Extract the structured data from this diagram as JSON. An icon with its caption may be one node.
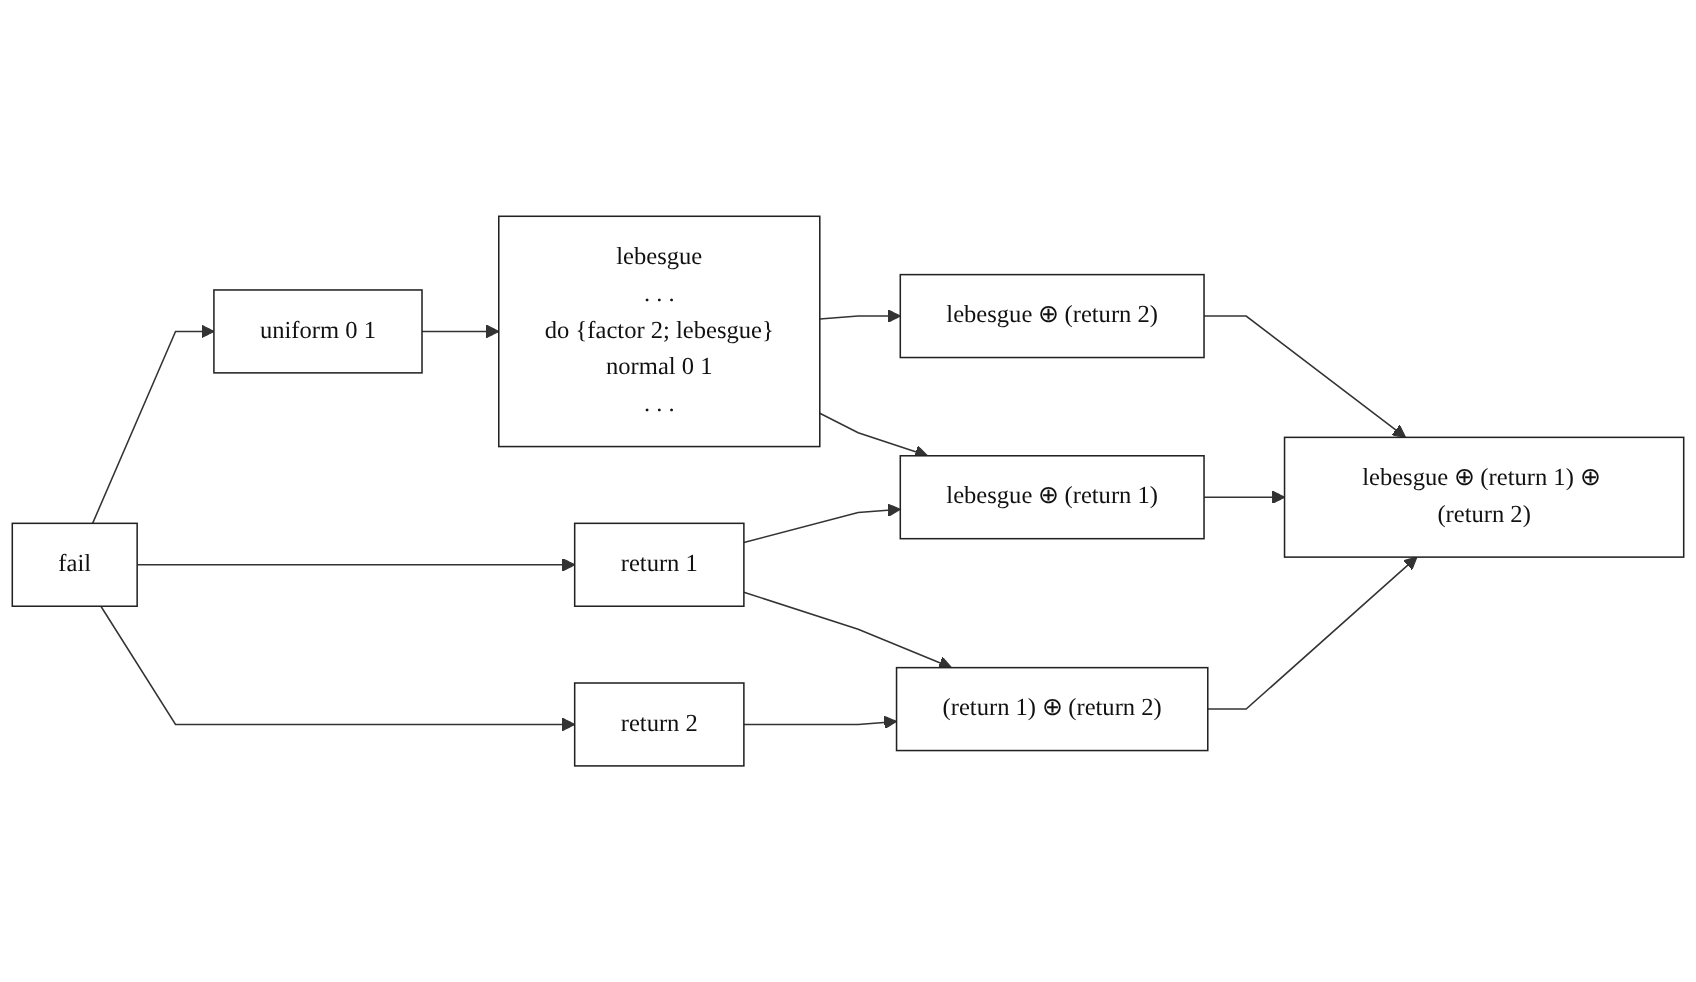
{
  "diagram": {
    "nodes": [
      {
        "text": [
          "fail"
        ]
      },
      {
        "text": [
          "uniform 0 1"
        ]
      },
      {
        "text": [
          "lebesgue",
          ". . .",
          "do {factor 2; lebesgue}",
          "normal 0 1",
          ". . ."
        ]
      },
      {
        "text": [
          "lebesgue ⊕ (return 2)"
        ]
      },
      {
        "text": [
          "lebesgue ⊕ (return 1) ⊕ (return 2)"
        ]
      },
      {
        "text": [
          "lebesgue ⊕ (return 1)"
        ]
      },
      {
        "text": [
          "return 1"
        ]
      },
      {
        "text": [
          "(return 1) ⊕ (return 2)"
        ]
      },
      {
        "text": [
          "return 2"
        ]
      }
    ],
    "edges": [
      {
        "from": 0,
        "to": 1,
        "arrow": "to"
      },
      {
        "from": 1,
        "to": 2,
        "arrow": "to"
      },
      {
        "from": 2,
        "to": 3,
        "arrow": "to"
      },
      {
        "from": 2,
        "to": 5,
        "arrow": "to"
      },
      {
        "from": 3,
        "to": 4,
        "arrow": "to"
      },
      {
        "from": 5,
        "to": 4,
        "arrow": "to"
      },
      {
        "from": 0,
        "to": 6,
        "arrow": "to"
      },
      {
        "from": 0,
        "to": 8,
        "arrow": "to"
      },
      {
        "from": 6,
        "to": 5,
        "arrow": "to"
      },
      {
        "from": 6,
        "to": 7,
        "arrow": "to"
      },
      {
        "from": 8,
        "to": 7,
        "arrow": "to"
      },
      {
        "from": 7,
        "to": 4,
        "arrow": "to"
      }
    ]
  }
}
